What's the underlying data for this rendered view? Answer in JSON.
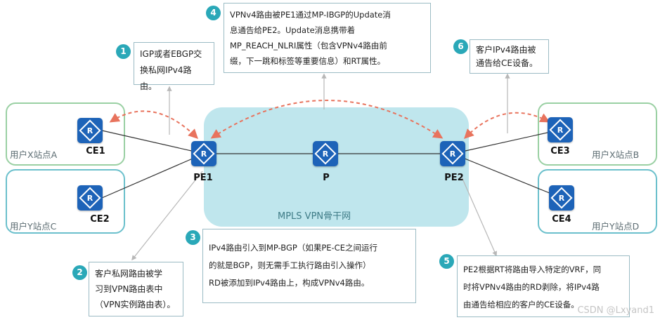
{
  "backbone_label": "MPLS VPN骨干网",
  "sites": {
    "a": "用户X站点A",
    "c": "用户Y站点C",
    "b": "用户X站点B",
    "d": "用户Y站点D"
  },
  "routers": {
    "ce1": "CE1",
    "ce2": "CE2",
    "pe1": "PE1",
    "p": "P",
    "pe2": "PE2",
    "ce3": "CE3",
    "ce4": "CE4"
  },
  "steps": {
    "s1": {
      "num": "1",
      "lines": [
        "IGP或者EBGP交",
        "换私网IPv4路由。"
      ]
    },
    "s2": {
      "num": "2",
      "lines": [
        "客户私网路由被学",
        "习到VPN路由表中",
        "（VPN实例路由表）。"
      ]
    },
    "s3": {
      "num": "3",
      "lines": [
        "IPv4路由引入到MP-BGP（如果PE-CE之间运行",
        "的就是BGP，则无需手工执行路由引入操作）",
        "RD被添加到IPv4路由上，构成VPNv4路由。"
      ]
    },
    "s4": {
      "num": "4",
      "lines": [
        "VPNv4路由被PE1通过MP-IBGP的Update消",
        "息通告给PE2。Update消息携带着",
        "MP_REACH_NLRI属性（包含VPNv4路由前",
        "缀，下一跳和标签等重要信息）和RT属性。"
      ]
    },
    "s5": {
      "num": "5",
      "lines": [
        "PE2根据RT将路由导入特定的VRF，同",
        "时将VPNv4路由的RD剥除，将IPv4路",
        "由通告给相应的客户的CE设备。"
      ]
    },
    "s6": {
      "num": "6",
      "lines": [
        "客户IPv4路由被",
        "通告给CE设备。"
      ]
    }
  },
  "watermark": "CSDN @Lxyand1",
  "colors": {
    "router": "#1d63b8",
    "step_badge": "#2aa8b8",
    "dashed_arrow": "#e8735d",
    "site_x_border": "#9ad0a3",
    "site_y_border": "#6bc0cc",
    "backbone": "#bfe6ed"
  }
}
